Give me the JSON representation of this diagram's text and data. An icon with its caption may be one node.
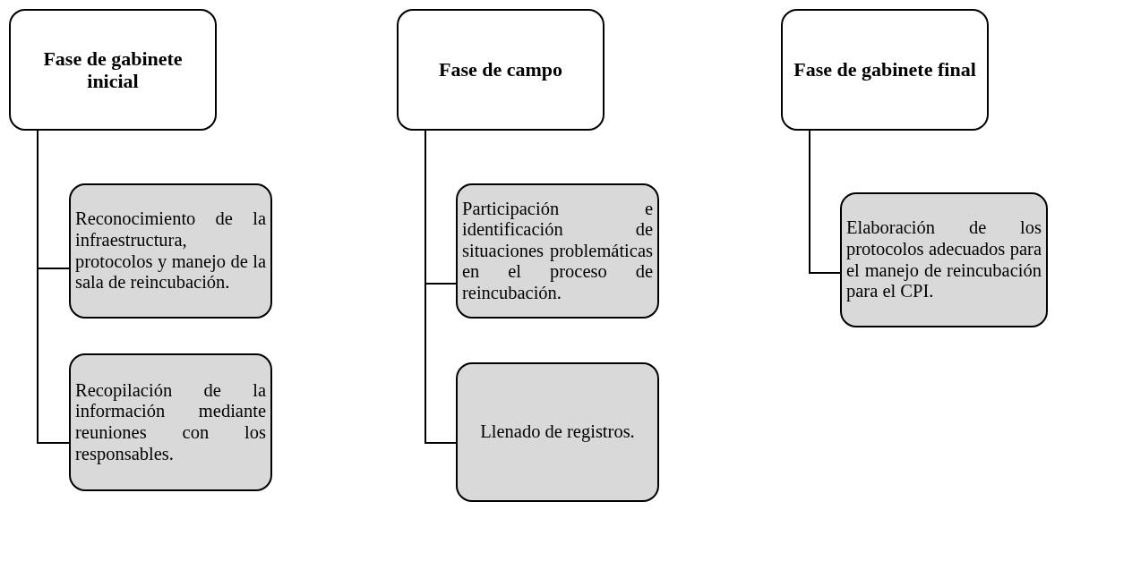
{
  "diagram": {
    "nodes": [
      {
        "text": [
          "Fase de gabinete inicial"
        ]
      },
      {
        "text": [
          "Reconocimiento de la infraestructura, protocolos y manejo de la sala de reincubación."
        ]
      },
      {
        "text": [
          "Recopilación de la información mediante reuniones con los responsables."
        ]
      },
      {
        "text": [
          "Fase de campo"
        ]
      },
      {
        "text": [
          "Participación e identificación de situaciones problemáticas en el proceso de reincubación."
        ]
      },
      {
        "text": [
          "Llenado de registros."
        ]
      },
      {
        "text": [
          "Fase de gabinete final"
        ]
      },
      {
        "text": [
          "Elaboración de los protocolos adecuados para el manejo de reincubación para el CPI."
        ]
      }
    ],
    "edges": [
      {
        "from": 0,
        "to": 1,
        "arrow": "none"
      },
      {
        "from": 0,
        "to": 2,
        "arrow": "none"
      },
      {
        "from": 3,
        "to": 4,
        "arrow": "none"
      },
      {
        "from": 3,
        "to": 5,
        "arrow": "none"
      },
      {
        "from": 6,
        "to": 7,
        "arrow": "none"
      }
    ]
  }
}
